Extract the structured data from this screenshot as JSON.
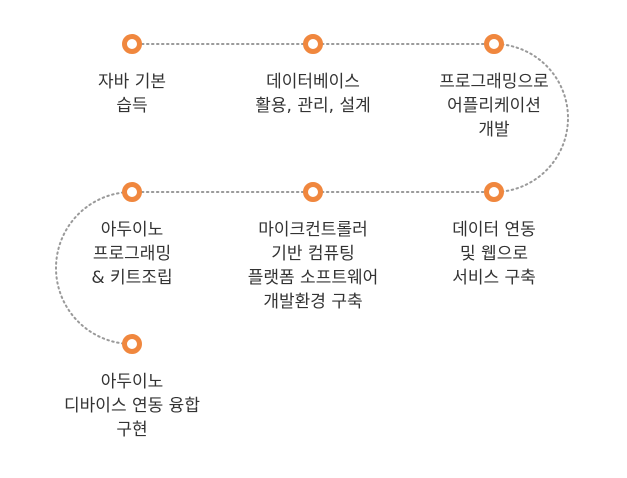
{
  "colors": {
    "accent": "#f0873e",
    "path": "#9a9a9a",
    "text": "#333333"
  },
  "steps": [
    {
      "label": "자바 기본\n습득"
    },
    {
      "label": "데이터베이스\n활용, 관리, 설계"
    },
    {
      "label": "프로그래밍으로\n어플리케이션\n개발"
    },
    {
      "label": "아두이노\n프로그래밍\n& 키트조립"
    },
    {
      "label": "마이크컨트롤러\n기반 컴퓨팅\n플랫폼 소프트웨어\n개발환경 구축"
    },
    {
      "label": "데이터 연동\n및 웹으로\n서비스 구축"
    },
    {
      "label": "아두이노\n디바이스 연동 융합\n구현"
    }
  ]
}
